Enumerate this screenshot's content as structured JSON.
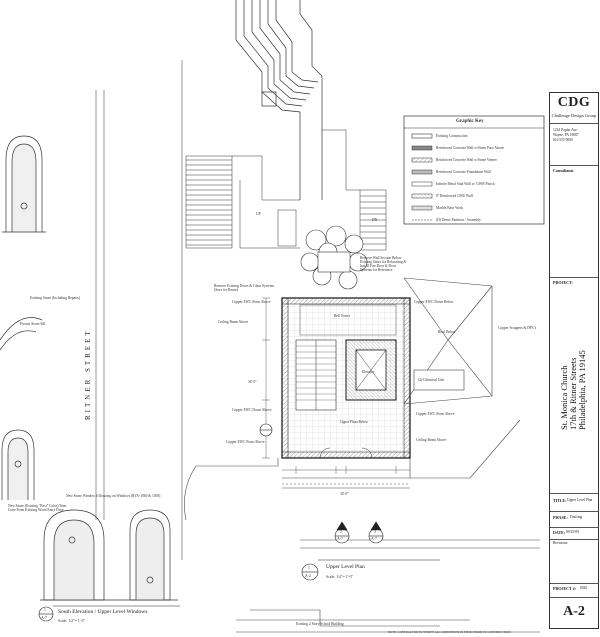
{
  "title_block": {
    "logo": "CDG",
    "firm": "Challenge Design Group",
    "address_lines": [
      "1234 Poplar Ave.",
      "Wayne, PA 19087",
      "610 555 0000"
    ],
    "consultants_label": "Consultants",
    "project_label": "PROJECT:",
    "project_name": "St. Monica Church",
    "project_street": "17th & Ritner Streets",
    "project_city": "Philadelphia, PA 19145",
    "title_label": "TITLE:",
    "title_value": "Upper Level Plan",
    "phase_label": "PHASE:",
    "phase_value": "Drafting",
    "date_label": "DATE:",
    "date_value": "09/25/09",
    "revisions_label": "Revisions:",
    "project_no_label": "PROJECT #:",
    "project_no_value": "0045",
    "sheet_number": "A-2"
  },
  "graphic_key": {
    "title": "Graphic Key",
    "items": [
      "Existing Construction",
      "Reinforced Concrete Wall w/Stone Face Above",
      "Reinforced Concrete Wall w/Stone Veneer",
      "Reinforced Concrete Foundation Wall",
      "Infinite Metal Stud Wall w/ GWB Finish",
      "8\" Reinforced CMU Wall",
      "Marble Base Work",
      "(D) Demo Partition / Assembly"
    ]
  },
  "street_label": "RITNER STREET",
  "plan_title": "Upper Level Plan",
  "plan_scale": "Scale: 1/4\"= 1'-0\"",
  "plan_number": "1",
  "plan_sheet": "A-2",
  "elevation_title": "South Elevation / Upper Level Windows",
  "elevation_scale": "Scale: 1/2\"= 1'-0\"",
  "elevation_number": "1",
  "elevation_sheet": "A-7",
  "section_markers": [
    {
      "num": "2",
      "sheet": "A-7"
    },
    {
      "num": "3",
      "sheet": "A-7"
    }
  ],
  "notes": {
    "remove_existing": "Remove Existing Doors & Glass Systems (Save for Reuse)",
    "remove_wall": "Remove Wall Section Below Existing Stairs for Relocating & Install Fire Door & Door Systems for Reference",
    "copper_ewc_1": "Copper EWC From Above",
    "copper_ewc_2": "Copper EWC Down Below",
    "copper_ewc_3": "Copper EWC From Above",
    "copper_ewc_4": "Copper EWC Down Above",
    "copper_ewc_5": "Copper EWC From Above",
    "copper_scuppers": "Copper Scuppers & DPC's",
    "ceiling_beam_1": "Ceiling Beam Above",
    "ceiling_beam_2": "Ceiling Beam Above",
    "roof_below": "Roof Below",
    "ch_chemical": "Ch/Chemical Unit",
    "existing_stone": "Existing Stone (Including Repairs)",
    "precast_sill": "Precast Stone Sill",
    "new_stone_window": "New Stone Window # Drawing on Windows (RVA-1060 & 1058)",
    "new_stone_label": "New Stone (Existing \"Best\" Color) Trim Cone From Existing Wood Entry Door",
    "existing_sidewalk": "Existing 2 Story School Building",
    "bottom_note": "NOTE: CONTRACTOR TO VERIFY ALL CONDITIONS IN FIELD PRIOR TO CONSTRUCTION",
    "dim_bottom": "30'-0\"",
    "dim_left": "36'-0\"",
    "stair_dn": "DN",
    "stair_up": "UP",
    "bell_tower": "Bell Tower",
    "upper_plaza": "Upper Plaza Below",
    "elev_shaft": "Elevator"
  }
}
